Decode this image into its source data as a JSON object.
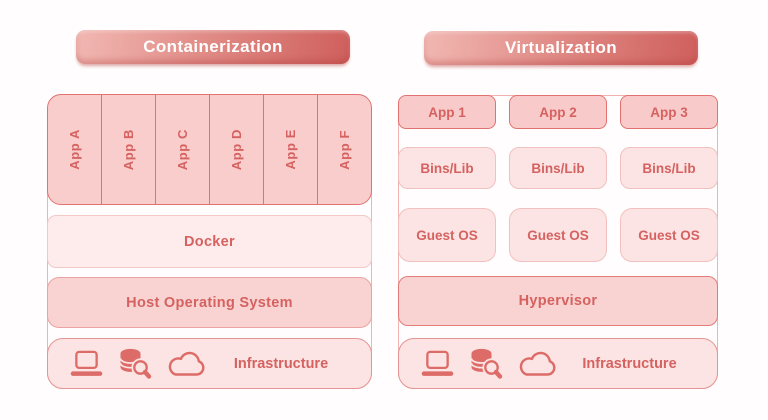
{
  "containerization": {
    "title": "Containerization",
    "apps": [
      "App A",
      "App B",
      "App C",
      "App D",
      "App E",
      "App F"
    ],
    "docker_label": "Docker",
    "host_os_label": "Host Operating System",
    "infrastructure_label": "Infrastructure",
    "infrastructure_icons": [
      "laptop-icon",
      "database-search-icon",
      "cloud-icon"
    ]
  },
  "virtualization": {
    "title": "Virtualization",
    "apps": [
      "App 1",
      "App 2",
      "App 3"
    ],
    "bins_lib": [
      "Bins/Lib",
      "Bins/Lib",
      "Bins/Lib"
    ],
    "guest_os": [
      "Guest OS",
      "Guest OS",
      "Guest OS"
    ],
    "hypervisor_label": "Hypervisor",
    "infrastructure_label": "Infrastructure",
    "infrastructure_icons": [
      "laptop-icon",
      "database-search-icon",
      "cloud-icon"
    ]
  },
  "colors": {
    "accent_text": "#d56260",
    "border_strong": "#e17270",
    "border_light": "#f2c0be",
    "fill_dark": "#f8cdcc",
    "fill_medium": "#f8d3d2",
    "fill_light": "#fbe4e3",
    "fill_lighter": "#fdeceb",
    "banner_gradient_from": "#f2b8b3",
    "banner_gradient_to": "#cf5f5c",
    "banner_text": "#ffffff",
    "icon_red": "#dd6b68"
  }
}
